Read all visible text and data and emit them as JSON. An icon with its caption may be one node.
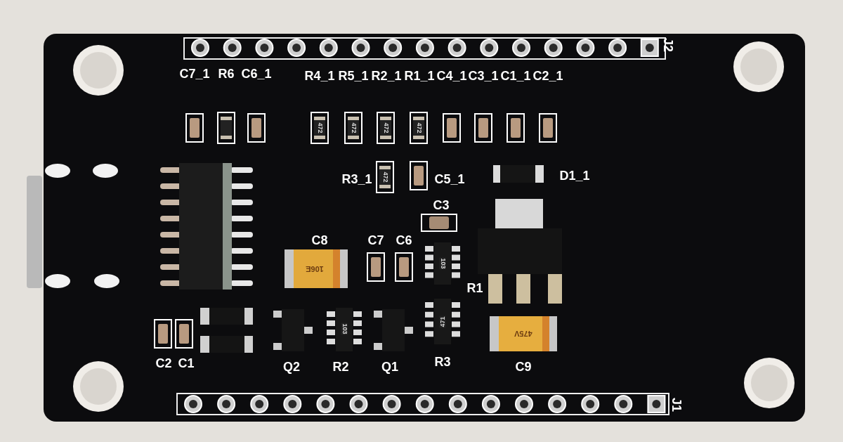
{
  "diagram": {
    "labels": [
      "J2",
      "C7_1",
      "R6",
      "C6_1",
      "R4_1",
      "R5_1",
      "R2_1",
      "R1_1",
      "C4_1",
      "C3_1",
      "C1_1",
      "C2_1",
      "472",
      "472",
      "472",
      "472",
      "R3_1",
      "472",
      "C5_1",
      "D1_1",
      "C3",
      "C8",
      "106E",
      "C7",
      "C6",
      "103",
      "R1",
      "103",
      "471",
      "475V",
      "C2",
      "C1",
      "Q2",
      "R2",
      "Q1",
      "R3",
      "C9",
      "J1"
    ]
  }
}
